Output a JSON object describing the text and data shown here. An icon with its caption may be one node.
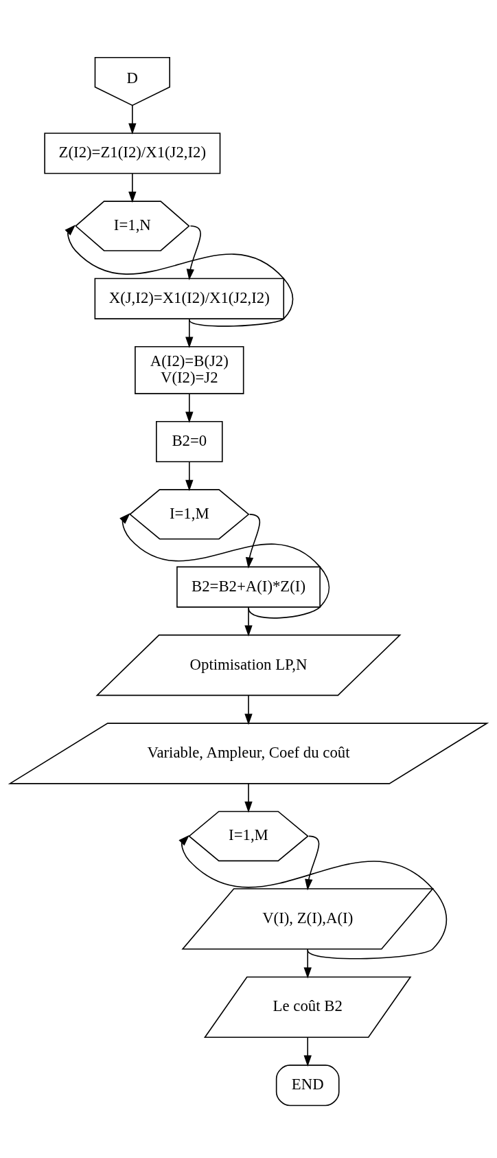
{
  "diagram": {
    "nodes": [
      {
        "text": [
          "D"
        ]
      },
      {
        "text": [
          "Z(I2)=Z1(I2)/X1(J2,I2)"
        ]
      },
      {
        "text": [
          "I=1,N"
        ]
      },
      {
        "text": [
          "X(J,I2)=X1(I2)/X1(J2,I2)"
        ]
      },
      {
        "text": [
          "A(I2)=B(J2)",
          "V(I2)=J2"
        ]
      },
      {
        "text": [
          "B2=0"
        ]
      },
      {
        "text": [
          "I=1,M"
        ]
      },
      {
        "text": [
          "B2=B2+A(I)*Z(I)"
        ]
      },
      {
        "text": [
          "Optimisation LP,N"
        ]
      },
      {
        "text": [
          "Variable, Ampleur, Coef du coût"
        ]
      },
      {
        "text": [
          "I=1,M"
        ]
      },
      {
        "text": [
          "V(I), Z(I),A(I)"
        ]
      },
      {
        "text": [
          "Le coût B2"
        ]
      },
      {
        "text": [
          "END"
        ]
      }
    ],
    "edges": [
      {
        "from": 0,
        "to": 1,
        "arrow": "to"
      },
      {
        "from": 1,
        "to": 2,
        "arrow": "to"
      },
      {
        "from": 2,
        "to": 3,
        "arrow": "to"
      },
      {
        "from": 3,
        "to": 2,
        "arrow": "to"
      },
      {
        "from": 3,
        "to": 4,
        "arrow": "to"
      },
      {
        "from": 4,
        "to": 5,
        "arrow": "to"
      },
      {
        "from": 5,
        "to": 6,
        "arrow": "to"
      },
      {
        "from": 6,
        "to": 7,
        "arrow": "to"
      },
      {
        "from": 7,
        "to": 6,
        "arrow": "to"
      },
      {
        "from": 7,
        "to": 8,
        "arrow": "to"
      },
      {
        "from": 8,
        "to": 9,
        "arrow": "to"
      },
      {
        "from": 9,
        "to": 10,
        "arrow": "to"
      },
      {
        "from": 10,
        "to": 11,
        "arrow": "to"
      },
      {
        "from": 11,
        "to": 10,
        "arrow": "to"
      },
      {
        "from": 11,
        "to": 12,
        "arrow": "to"
      },
      {
        "from": 12,
        "to": 13,
        "arrow": "to"
      }
    ]
  }
}
